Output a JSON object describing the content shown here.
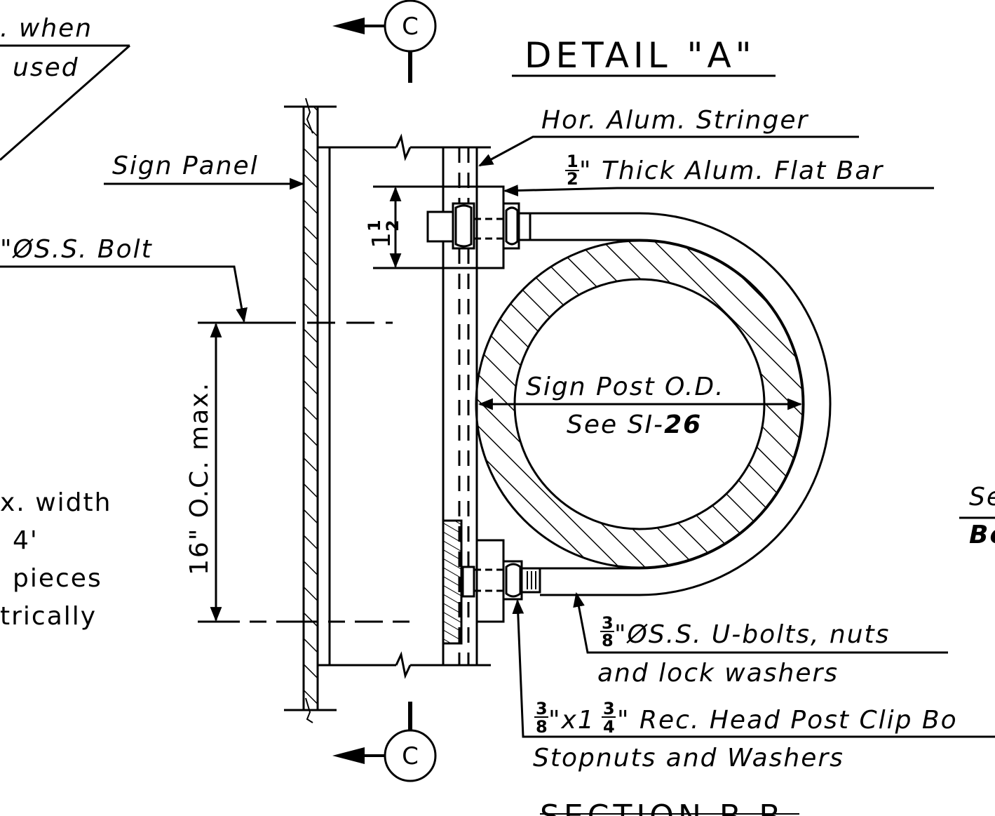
{
  "detail_title": "DETAIL \"A\"",
  "section_cc_letter": "C",
  "labels": {
    "when_frag": ". when",
    "used_frag": "used",
    "sign_panel": "Sign Panel",
    "bolt_frag": "\"ØS.S. Bolt",
    "stringer": "Hor. Alum. Stringer",
    "flat_bar_frac_num": "1",
    "flat_bar_frac_den": "2",
    "flat_bar": "\" Thick Alum. Flat Bar",
    "dim_frac_whole": "1",
    "dim_frac_num": "1",
    "dim_frac_den": "2",
    "dim_spacing": "16\" O.C. max.",
    "post_od": "Sign Post O.D.",
    "see_si_prefix": "See SI-",
    "see_si_num": "26",
    "width_1": "x. width",
    "width_2": "4'",
    "width_3": "pieces",
    "width_4": "trically",
    "right_se": "Se",
    "right_bo": "Bo",
    "ubolt_frac_num": "3",
    "ubolt_frac_den": "8",
    "ubolt_1": "\"ØS.S. U-bolts, nuts",
    "ubolt_2": "and lock washers",
    "clip_frac1_num": "3",
    "clip_frac1_den": "8",
    "clip_mid": "\"x1",
    "clip_frac2_num": "3",
    "clip_frac2_den": "4",
    "clip_1": "\" Rec. Head Post Clip Bo",
    "clip_2": "Stopnuts and Washers",
    "section_bb": "SECTION B-B"
  }
}
